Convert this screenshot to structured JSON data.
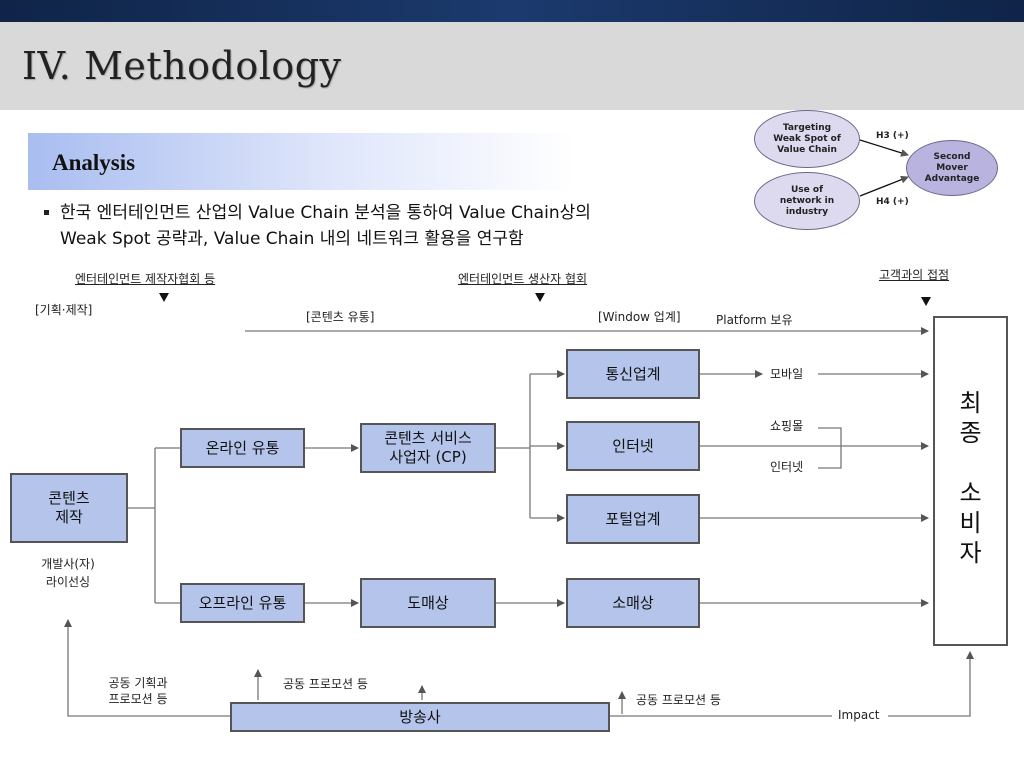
{
  "header": {
    "title": "IV. Methodology"
  },
  "section": {
    "title": "Analysis"
  },
  "bullet": {
    "line1": "한국 엔터테인먼트 산업의 Value Chain 분석을 통하여 Value Chain상의",
    "line2": "Weak Spot 공략과, Value Chain 내의 네트워크 활용을 연구함"
  },
  "hypothesis": {
    "node_weak_spot": "Targeting\nWeak Spot of\nValue Chain",
    "node_network": "Use of\nnetwork in\nindustry",
    "node_second_mover": "Second\nMover\nAdvantage",
    "h3": "H3 (+)",
    "h4": "H4 (+)"
  },
  "diagram": {
    "top_labels": {
      "producers_assoc": "엔터테인먼트 제작자협회 등",
      "producers_org": "엔터테인먼트 생산자 협회",
      "customer_contact": "고객과의 접점"
    },
    "stage_labels": {
      "planning": "[기획·제작]",
      "distribution": "[콘텐츠 유통]",
      "window": "[Window 업계]",
      "platform": "Platform 보유"
    },
    "boxes": {
      "content_production": "콘텐츠\n제작",
      "online_distribution": "온라인 유통",
      "offline_distribution": "오프라인 유통",
      "content_service": "콘텐츠 서비스\n사업자 (CP)",
      "wholesaler": "도매상",
      "telecom": "통신업계",
      "internet": "인터넷",
      "portal": "포털업계",
      "retailer": "소매상",
      "broadcaster": "방송사",
      "final_consumer": "최\n종\n\n소\n비\n자"
    },
    "side_labels": {
      "developer": "개발사(자)\n라이선싱",
      "mobile": "모바일",
      "shopping_mall": "쇼핑몰",
      "internet_sub": "인터넷",
      "joint_planning": "공동 기획과\n프로모션 등",
      "joint_promo_1": "공동 프로모션 등",
      "joint_promo_2": "공동 프로모션 등",
      "impact": "Impact"
    }
  }
}
